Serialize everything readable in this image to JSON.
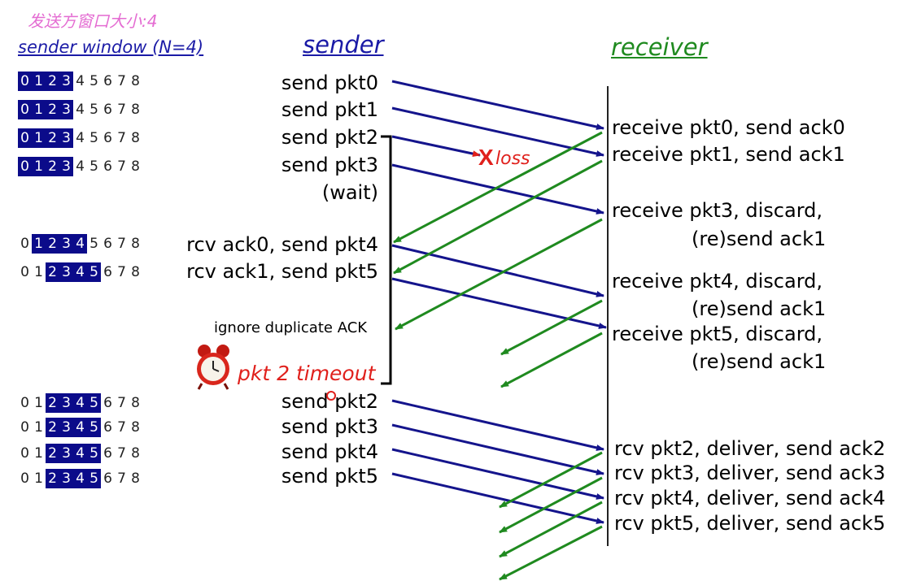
{
  "titles": {
    "window_size_cn": "发送方窗口大小:4",
    "sender_window": "sender window (N=4)",
    "sender": "sender",
    "receiver": "receiver"
  },
  "window_numbers": [
    "0",
    "1",
    "2",
    "3",
    "4",
    "5",
    "6",
    "7",
    "8"
  ],
  "window_rows": [
    {
      "base": 0,
      "size": 4
    },
    {
      "base": 0,
      "size": 4
    },
    {
      "base": 0,
      "size": 4
    },
    {
      "base": 0,
      "size": 4
    },
    {
      "base": 1,
      "size": 4
    },
    {
      "base": 2,
      "size": 4
    },
    {
      "base": 2,
      "size": 4
    },
    {
      "base": 2,
      "size": 4
    },
    {
      "base": 2,
      "size": 4
    },
    {
      "base": 2,
      "size": 4
    }
  ],
  "sender_events": [
    "send  pkt0",
    "send  pkt1",
    "send  pkt2",
    "send  pkt3",
    "(wait)",
    "rcv ack0, send pkt4",
    "rcv ack1, send pkt5",
    "send  pkt2",
    "send  pkt3",
    "send  pkt4",
    "send  pkt5"
  ],
  "receiver_events": [
    "receive pkt0, send ack0",
    "receive pkt1, send ack1",
    "receive pkt3, discard,",
    "(re)send ack1",
    "receive pkt4, discard,",
    "(re)send ack1",
    "receive pkt5, discard,",
    "(re)send ack1",
    "rcv pkt2, deliver, send ack2",
    "rcv pkt3, deliver, send ack3",
    "rcv pkt4, deliver, send ack4",
    "rcv pkt5, deliver, send ack5"
  ],
  "annotations": {
    "loss_mark": "X",
    "loss": "loss",
    "ignore_dup": "ignore duplicate ACK",
    "timeout": "pkt 2 timeout"
  },
  "colors": {
    "packet_arrow": "#14148c",
    "ack_arrow": "#1f8a1f",
    "window_fill": "#0b0b8a",
    "timeout_red": "#e0201c"
  }
}
